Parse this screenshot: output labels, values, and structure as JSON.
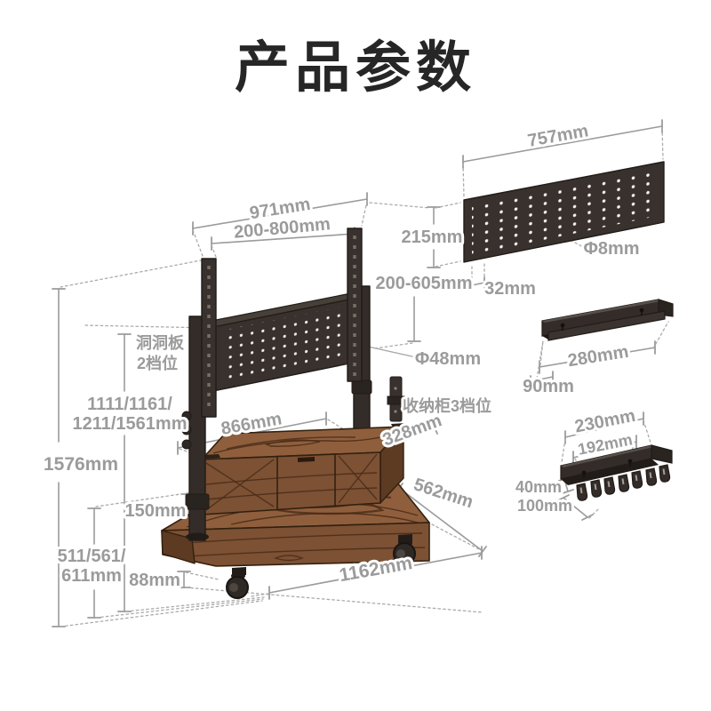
{
  "page": {
    "title": "产品参数"
  },
  "colors": {
    "metal": "#38312d",
    "wood_top": "#8f5f3d",
    "wood_front": "#7c5134",
    "dimension_gray": "#9b9b9b",
    "title_text": "#262626"
  },
  "main_unit": {
    "top_width": "971mm",
    "vesa_width_range": "200-800mm",
    "pegboard_note_line1": "洞洞板",
    "pegboard_note_line2": "2档位",
    "height_options_line1": "1111/1161/",
    "height_options_line2": "1211/1561mm",
    "total_height": "1576mm",
    "shelf_width": "866mm",
    "shelf_depth": "328mm",
    "pole_diameter": "Φ48mm",
    "cabinet_note": "收纳柜3档位",
    "shelf_gap_height": "150mm",
    "base_depth": "562mm",
    "base_height_options_line1": "511/561/",
    "base_height_options_line2": "611mm",
    "base_thickness": "88mm",
    "base_width": "1162mm"
  },
  "pegboard_panel": {
    "width": "757mm",
    "height": "215mm",
    "mount_height_range": "200-605mm",
    "hole_diameter": "Φ8mm",
    "hole_pitch": "32mm"
  },
  "tray": {
    "length": "280mm",
    "depth": "90mm"
  },
  "hook_rack": {
    "width": "230mm",
    "hole_spacing": "192mm",
    "height": "40mm",
    "depth": "100mm"
  }
}
